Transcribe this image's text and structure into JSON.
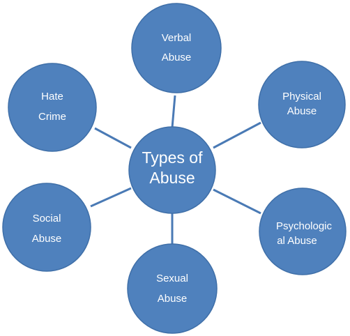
{
  "diagram": {
    "center": {
      "lines": [
        "Types of",
        "Abuse"
      ]
    },
    "nodes": [
      {
        "id": "verbal",
        "lines": [
          "Verbal",
          "Abuse"
        ]
      },
      {
        "id": "physical",
        "lines": [
          "Physical",
          "Abuse"
        ]
      },
      {
        "id": "psychological",
        "lines": [
          "Psychologic",
          "al Abuse"
        ]
      },
      {
        "id": "sexual",
        "lines": [
          "Sexual",
          "Abuse"
        ]
      },
      {
        "id": "social",
        "lines": [
          "Social",
          "Abuse"
        ]
      },
      {
        "id": "hate",
        "lines": [
          "Hate",
          "Crime"
        ]
      }
    ],
    "colors": {
      "fill": "#4f81bd",
      "stroke": "#3f6fa8",
      "connector": "#4a7ab5",
      "text": "#ffffff"
    }
  }
}
